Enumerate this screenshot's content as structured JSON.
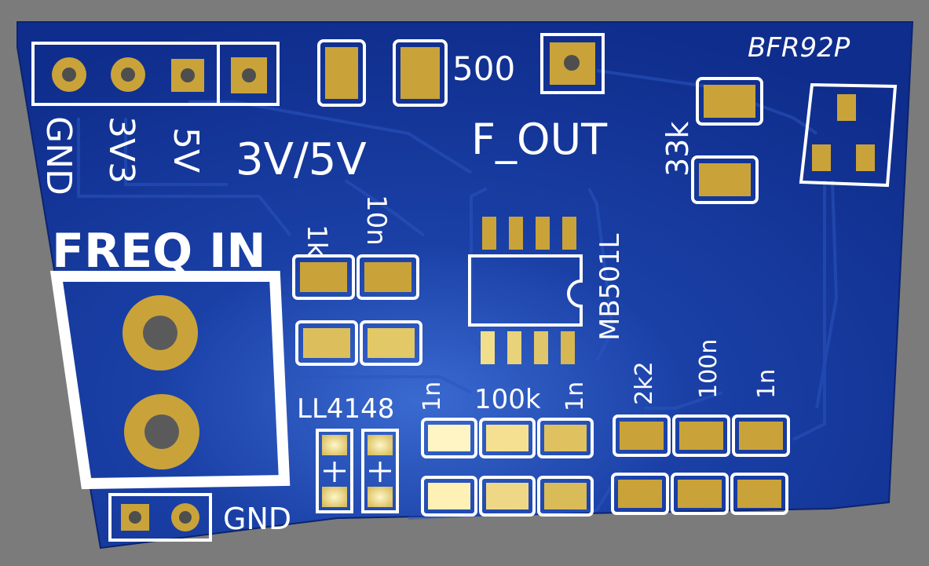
{
  "colors": {
    "background": "#7b7b7b",
    "board": "#12349a",
    "board_edge": "#0d2a80",
    "silkscreen": "#ffffff",
    "copper_pad": "#c9a33a",
    "trace": "#1c46b0"
  },
  "board": {
    "header_labels": [
      "GND",
      "3V3",
      "5V"
    ],
    "supply_label": "3V/5V",
    "input_label": "FREQ IN",
    "output_label": "F_OUT",
    "bottom_label": "GND",
    "components": {
      "trimmer": "500",
      "r_bias": "33k",
      "transistor": "BFR92P",
      "prescaler": "MB501L",
      "r_in": "1k",
      "c_in": "10n",
      "diode": "LL4148",
      "c_1n_a": "1n",
      "r_100k": "100k",
      "c_1n_b": "1n",
      "r_2k2": "2k2",
      "c_100n": "100n",
      "c_1n_c": "1n"
    }
  }
}
